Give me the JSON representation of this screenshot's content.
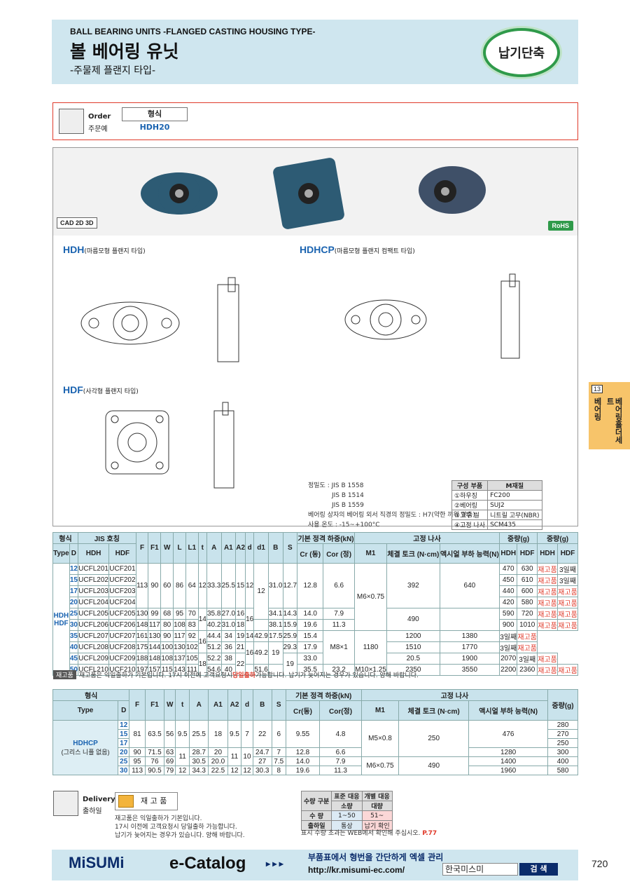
{
  "header": {
    "title_en": "BALL BEARING UNITS -FLANGED CASTING HOUSING TYPE-",
    "title_ko": "볼 베어링 유닛",
    "subtitle": "-주물제 플랜지 타입-",
    "badge": "납기단축"
  },
  "order": {
    "label_en": "Order",
    "label_ko": "주문예",
    "col_header": "형식",
    "example": "HDH20"
  },
  "product": {
    "cad": "CAD 2D 3D",
    "rohs": "RoHS"
  },
  "diagrams": [
    {
      "name": "HDH",
      "desc": "(마름모형 플랜지 타입)"
    },
    {
      "name": "HDHCP",
      "desc": "(마름모형 플랜지 컴팩트 타입)"
    },
    {
      "name": "HDF",
      "desc": "(사각형 플랜지 타입)"
    }
  ],
  "spec_lines": [
    "정밀도 : JIS  B  1558",
    "JIS  B  1514",
    "JIS  B  1559",
    "베어링 상자의 베어링 외서 직경의 정밀도 : H7(약한 끼워 맞춤)",
    "사용 온도 : -15~+100°C"
  ],
  "parts": {
    "headers": [
      "구성 부품",
      "M재질"
    ],
    "rows": [
      [
        "①하우징",
        "FC200"
      ],
      [
        "②베어링",
        "SUJ2"
      ],
      [
        "③고무 씰",
        "니트릴 고무(NBR)"
      ],
      [
        "④고정 나사",
        "SCM435"
      ]
    ]
  },
  "table1": {
    "type_label": "HDH\nHDF",
    "rows": [
      [
        "12",
        "UCFL201",
        "UCF201",
        "470",
        "630",
        "재고품",
        "3일째"
      ],
      [
        "15",
        "UCFL202",
        "UCF202",
        "450",
        "610",
        "재고품",
        "3일째"
      ],
      [
        "17",
        "UCFL203",
        "UCF203",
        "440",
        "600",
        "재고품",
        "재고품"
      ],
      [
        "20",
        "UCFL204",
        "UCF204",
        "420",
        "580",
        "재고품",
        "재고품"
      ],
      [
        "25",
        "UCFL205",
        "UCF205",
        "590",
        "720",
        "재고품",
        "재고품"
      ],
      [
        "30",
        "UCFL206",
        "UCF206",
        "900",
        "1010",
        "재고품",
        "재고품"
      ],
      [
        "35",
        "UCFL207",
        "UCF207",
        "1200",
        "1380",
        "3일째",
        "재고품"
      ],
      [
        "40",
        "UCFL208",
        "UCF208",
        "1510",
        "1770",
        "3일째",
        "재고품"
      ],
      [
        "45",
        "UCFL209",
        "UCF209",
        "1900",
        "2070",
        "3일째",
        "재고품"
      ],
      [
        "50",
        "UCFL210",
        "UCF210",
        "2200",
        "2360",
        "재고품",
        "재고품"
      ]
    ]
  },
  "note1": {
    "tag": "재고품",
    "text1": "재고품은 익일출하가 기본입니다.",
    "text2": "17시 이전에 고객요청시",
    "hl": "당일출하",
    "text3": "가능합니다.",
    "text4": "납기가 늦어지는 경우가 있습니다. 양해 바랍니다."
  },
  "table2": {
    "type": "HDHCP",
    "sub": "(그리스 니플 없음)",
    "rows": [
      [
        "12",
        "280"
      ],
      [
        "15",
        "270"
      ],
      [
        "17",
        "250"
      ],
      [
        "20",
        "300"
      ],
      [
        "25",
        "400"
      ],
      [
        "30",
        "580"
      ]
    ]
  },
  "delivery": {
    "label_en": "Delivery",
    "label_ko": "출하일",
    "stock": "재 고 품",
    "notes": [
      "재고품은 익일출하가 기본입니다.",
      "17시 이전에 고객요청시 당일출하 가능합니다.",
      "납기가 늦어지는 경우가 있습니다. 양해 바랍니다."
    ]
  },
  "qty": {
    "rows": [
      [
        "수량 구분",
        "표준 대응",
        "개별 대응"
      ],
      [
        "",
        "소량",
        "대량"
      ],
      [
        "수  량",
        "1~50",
        "51~"
      ],
      [
        "출하일",
        "통상",
        "납기 확인"
      ]
    ],
    "note": "표시 수량 초과는 WEB에서 확인해 주십시오.",
    "ref": "P.77"
  },
  "footer": {
    "brand": "MiSUMi",
    "catalog": "e-Catalog",
    "arrows": "▸ ▸ ▸",
    "line1": "부품표에서 형번을 간단하게 엑셀 관리",
    "url": "http://kr.misumi-ec.com/",
    "search_value": "한국미스미",
    "search_btn": "검 색",
    "page": "720"
  },
  "side": {
    "num": "13",
    "a": "베어링",
    "b": "베어링홀더세트"
  }
}
